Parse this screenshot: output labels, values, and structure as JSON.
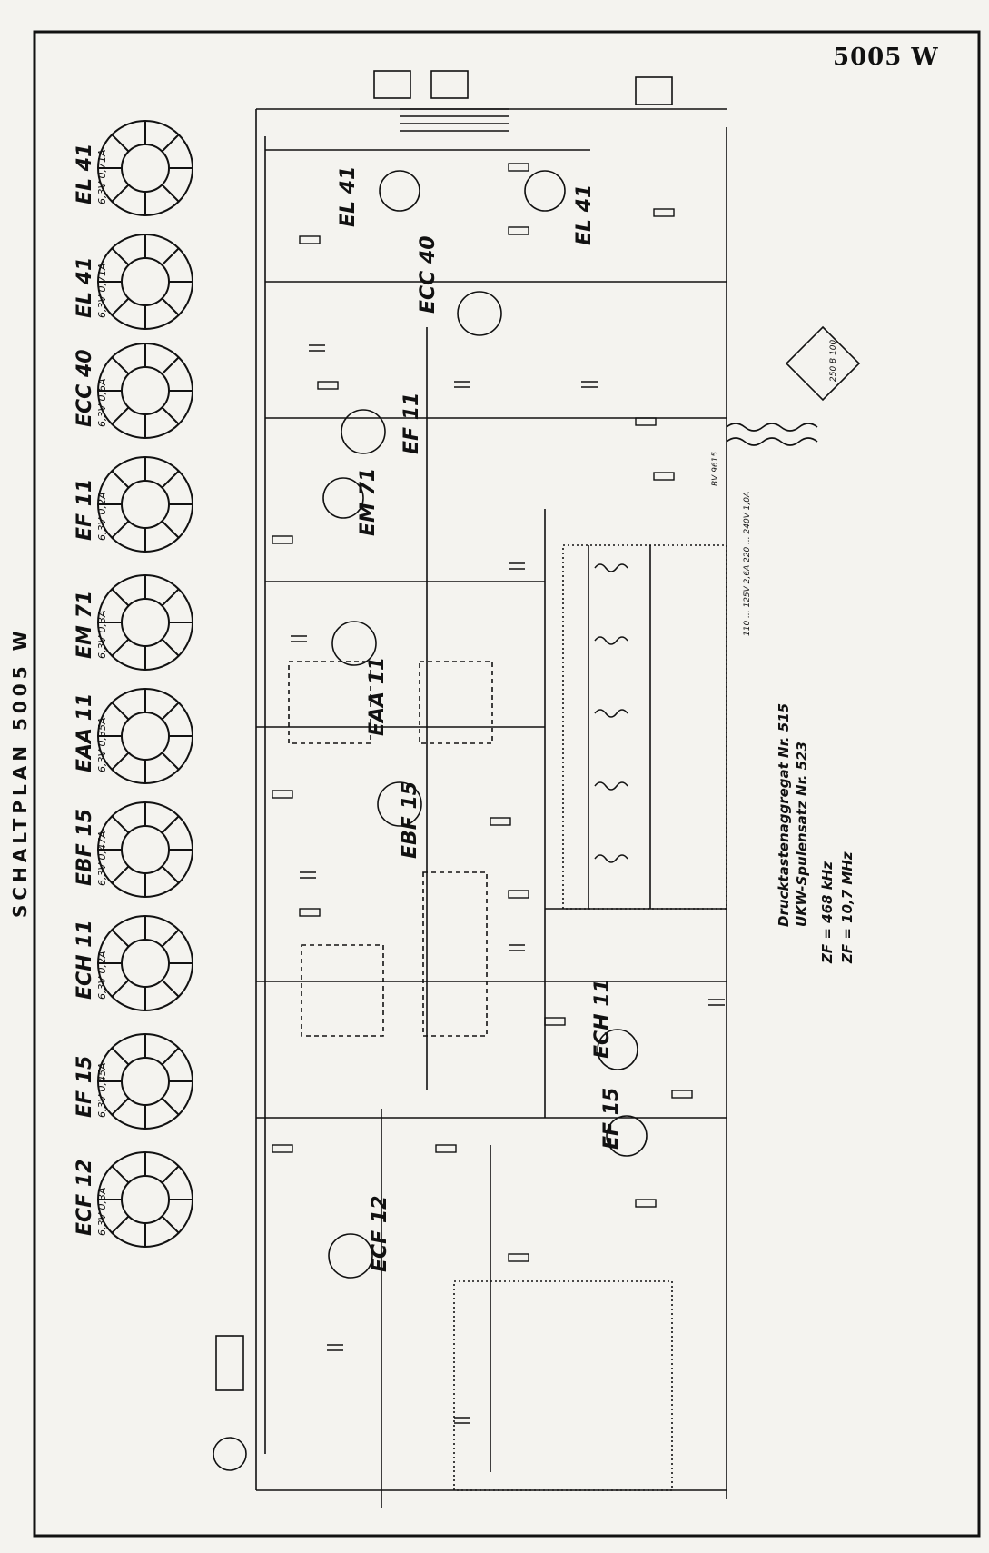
{
  "header": {
    "model": "5005 W",
    "side_title": "SCHALTPLAN 5005 W"
  },
  "tubes": [
    {
      "name": "EL 41",
      "spec": "6,3V 0,71A"
    },
    {
      "name": "EL 41",
      "spec": "6,3V 0,71A"
    },
    {
      "name": "ECC 40",
      "spec": "6,3V 0,6A"
    },
    {
      "name": "EF 11",
      "spec": "6,3V 0,2A"
    },
    {
      "name": "EM 71",
      "spec": "6,3V 0,3A"
    },
    {
      "name": "EAA 11",
      "spec": "6,3V 0,35A"
    },
    {
      "name": "EBF 15",
      "spec": "6,3V 0,47A"
    },
    {
      "name": "ECH 11",
      "spec": "6,3V 0,2A"
    },
    {
      "name": "EF 15",
      "spec": "6,3V 0,45A"
    },
    {
      "name": "ECF 12",
      "spec": "6,3V 0,3A"
    }
  ],
  "circuit_labels": {
    "el41_a": "EL 41",
    "el41_b": "EL 41",
    "ecc40": "ECC 40",
    "ef11": "EF 11",
    "em71": "EM 71",
    "eaa11": "EAA 11",
    "ebf15": "EBF 15",
    "ech11": "ECH 11",
    "ef15": "EF 15",
    "ecf12": "ECF 12",
    "bv_label": "BV 9615",
    "rectifier": "250 B 100",
    "transformer_taps": "110 ... 125V 2,6A 220 ... 240V 1,0A"
  },
  "notes": {
    "pushbutton": "Drucktastenaggregat  Nr. 515",
    "fm_unit": "UKW-Spulensatz  Nr. 523",
    "if_am": "ZF = 468 kHz",
    "if_fm": "ZF = 10,7 MHz"
  },
  "colors": {
    "paper": "#f4f3ef",
    "ink": "#111111"
  }
}
